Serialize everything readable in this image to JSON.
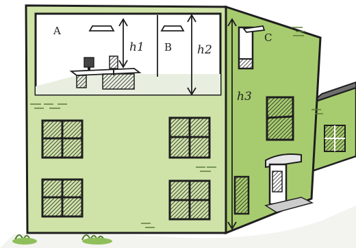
{
  "labels": {
    "room_a": "A",
    "room_b": "B",
    "room_c": "C",
    "h1": "h1",
    "h2": "h2",
    "h3": "h3"
  },
  "colors": {
    "wall_front": "#cfe3a8",
    "wall_side": "#a7cc6f",
    "interior": "#ffffff",
    "floor": "#e8efe0",
    "outline": "#1e1e1e",
    "ground_grass": "#8fbf5a"
  },
  "icons": [
    "ceiling-lamp-icon",
    "desk-icon",
    "office-chair-icon",
    "computer-icon"
  ]
}
